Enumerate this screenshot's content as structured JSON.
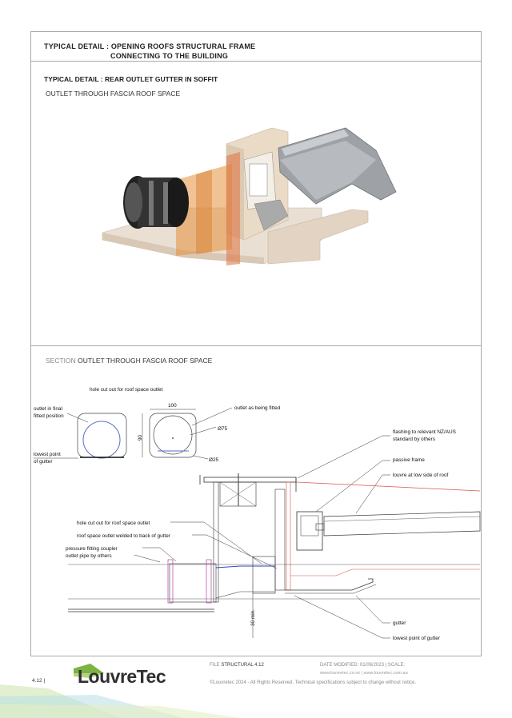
{
  "header": {
    "title_prefix": "TYPICAL DETAIL :",
    "title_line1": "TYPICAL DETAIL :  OPENING ROOFS STRUCTURAL FRAME",
    "title_line2": "CONNECTING TO THE BUILDING"
  },
  "detail": {
    "title": "TYPICAL DETAIL : REAR OUTLET GUTTER IN SOFFIT",
    "subtitle": "OUTLET THROUGH FASCIA ROOF SPACE"
  },
  "section": {
    "prefix": "SECTION",
    "title": "OUTLET THROUGH FASCIA ROOF SPACE"
  },
  "drawing": {
    "hole_cut_top": "hole cut out for roof space outlet",
    "outlet_final_1": "outlet in final",
    "outlet_final_2": "fitted position",
    "lowest_point_1": "lowest point",
    "lowest_point_2": "of gutter",
    "outlet_being_fitted": "outlet as being fitted",
    "dim_100": "100",
    "dim_90": "90",
    "dim_d75": "Ø75",
    "dim_d25": "Ø25",
    "flashing_1": "flashing to relevant NZ/AUS",
    "flashing_2": "standard by others",
    "passive_frame": "passive frame",
    "louvre": "louvre at low side of roof",
    "hole_cut": "hole cut out for roof space outlet",
    "welded": "roof space outlet welded to back of gutter",
    "coupler": "pressure fitting coupler",
    "outlet_pipe": "outlet pipe by others",
    "min30": "30 min.",
    "gutter": "gutter",
    "lowest_point_gutter": "lowest point of gutter"
  },
  "footer": {
    "page": "4.12",
    "brand": "LouvreTec",
    "file_label": "FILE",
    "file_value": "STRUCTURAL 4.12",
    "date_modified": "DATE MODIFIED: 01/06/2023   |   SCALE:",
    "web": "www.louvretec.co.nz   |   www.louvretec.com.au",
    "copyright": "©Louvretec 2024 - All Rights Reserved. Technical specifications subject to change without notice."
  }
}
